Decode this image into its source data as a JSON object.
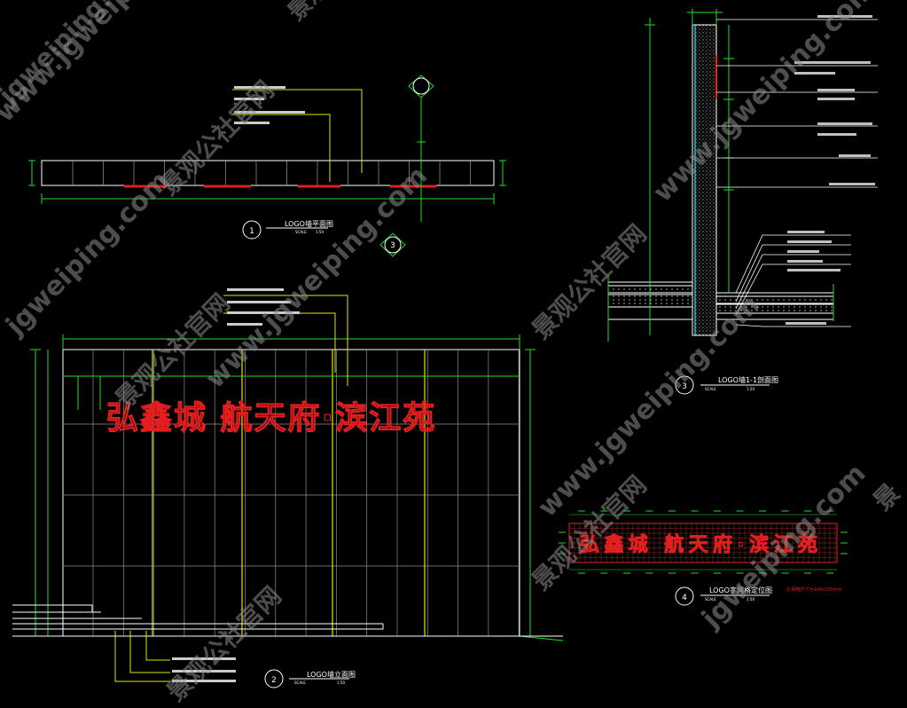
{
  "colors": {
    "background": "#000000",
    "frame": "#ffffff",
    "grid": "#bfbfbf",
    "accent_red": "#e21e1e",
    "dim_green": "#22dd22",
    "leader_yellow": "#e6e600",
    "watermark": "#8c8c8c"
  },
  "watermark": {
    "site": "www.jgweiping.com",
    "site_short": "jgweiping.com",
    "site_partial": "jgweiping.",
    "brand": "景观公社官网",
    "brand_short": "景观公社官",
    "brand_tail": "景"
  },
  "drawing1": {
    "title": "LOGO墙平面图",
    "number": "1",
    "scale_label": "SCALE",
    "scale": "1:50",
    "section_mark_1": "1",
    "section_mark_3": "3",
    "section_ref": "3"
  },
  "drawing2": {
    "title": "LOGO墙立面图",
    "number": "2",
    "scale_label": "SCALE",
    "scale": "1:50",
    "logo_text": "弘鑫城 航天府·滨江苑"
  },
  "drawing3": {
    "title": "LOGO墙1-1剖面图",
    "number": "3",
    "scale_label": "SCALE",
    "scale": "1:20"
  },
  "drawing4": {
    "title": "LOGO字网格定位图",
    "number": "4",
    "scale_label": "SCALE",
    "scale": "1:50",
    "note": "注:网格尺寸为100x100mm"
  }
}
